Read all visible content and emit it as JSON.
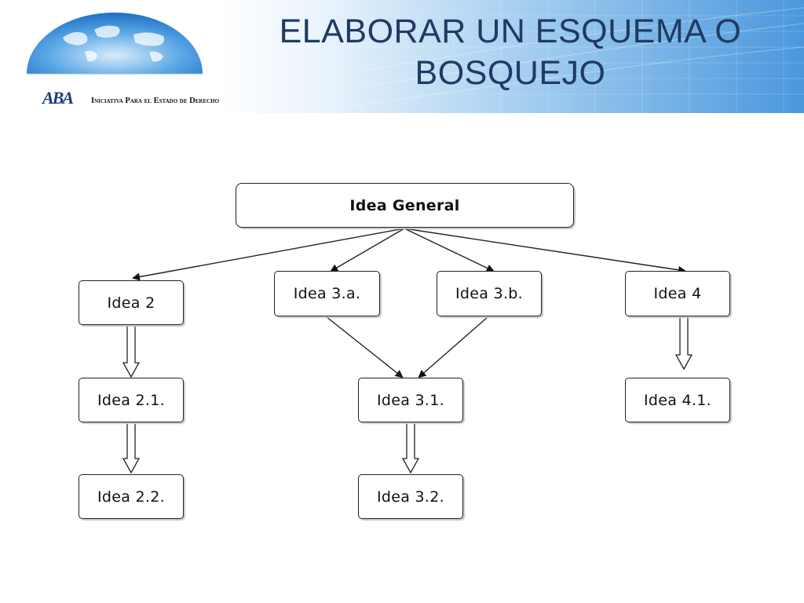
{
  "slide": {
    "title": "ELABORAR UN ESQUEMA O BOSQUEJO"
  },
  "logo": {
    "mark": "ABA",
    "text": "Iniciativa Para el Estado de Derecho",
    "icon": "globe-icon"
  },
  "diagram": {
    "root": "Idea General",
    "nodes": {
      "idea2": "Idea 2",
      "idea3a": "Idea 3.a.",
      "idea3b": "Idea 3.b.",
      "idea4": "Idea 4",
      "idea21": "Idea 2.1.",
      "idea31": "Idea 3.1.",
      "idea41": "Idea 4.1.",
      "idea22": "Idea 2.2.",
      "idea32": "Idea 3.2."
    }
  },
  "colors": {
    "title": "#1f3b63",
    "header_blue": "#4a97dd",
    "box_border": "#222222"
  }
}
